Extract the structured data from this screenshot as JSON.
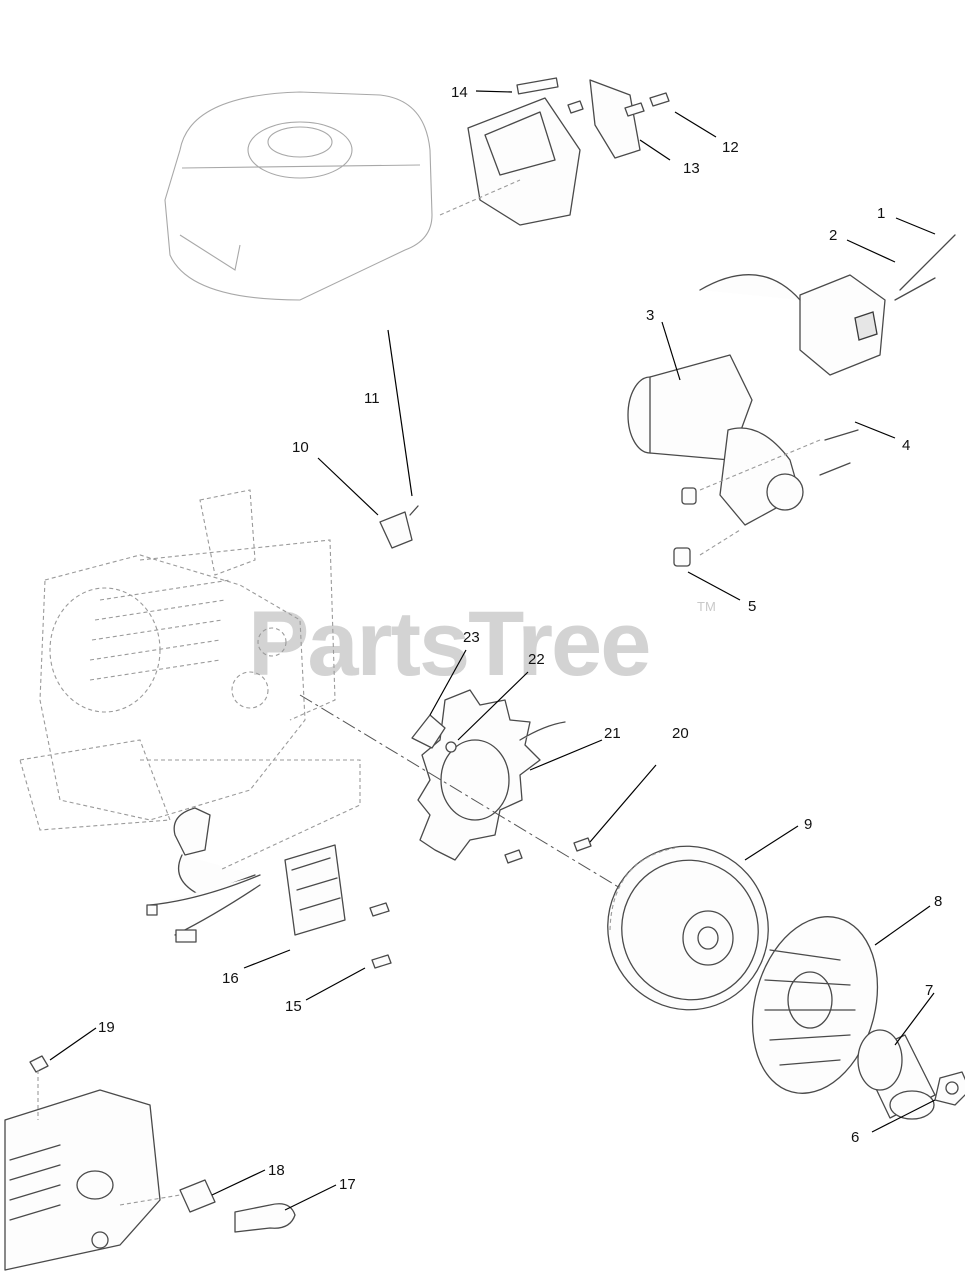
{
  "watermark": {
    "text": "PartsTree",
    "trademark": "TM"
  },
  "callouts": [
    {
      "id": "1",
      "label": "1"
    },
    {
      "id": "2",
      "label": "2"
    },
    {
      "id": "3",
      "label": "3"
    },
    {
      "id": "4",
      "label": "4"
    },
    {
      "id": "5",
      "label": "5"
    },
    {
      "id": "6",
      "label": "6"
    },
    {
      "id": "7",
      "label": "7"
    },
    {
      "id": "8",
      "label": "8"
    },
    {
      "id": "9",
      "label": "9"
    },
    {
      "id": "10",
      "label": "10"
    },
    {
      "id": "11",
      "label": "11"
    },
    {
      "id": "12",
      "label": "12"
    },
    {
      "id": "13",
      "label": "13"
    },
    {
      "id": "14",
      "label": "14"
    },
    {
      "id": "15",
      "label": "15"
    },
    {
      "id": "16",
      "label": "16"
    },
    {
      "id": "17",
      "label": "17"
    },
    {
      "id": "18",
      "label": "18"
    },
    {
      "id": "19",
      "label": "19"
    },
    {
      "id": "20",
      "label": "20"
    },
    {
      "id": "21",
      "label": "21"
    },
    {
      "id": "22",
      "label": "22"
    },
    {
      "id": "23",
      "label": "23"
    }
  ],
  "colors": {
    "line": "#4a4a4a",
    "ghost": "#9a9a9a",
    "watermark": "#d3d3d3",
    "background": "#ffffff"
  }
}
